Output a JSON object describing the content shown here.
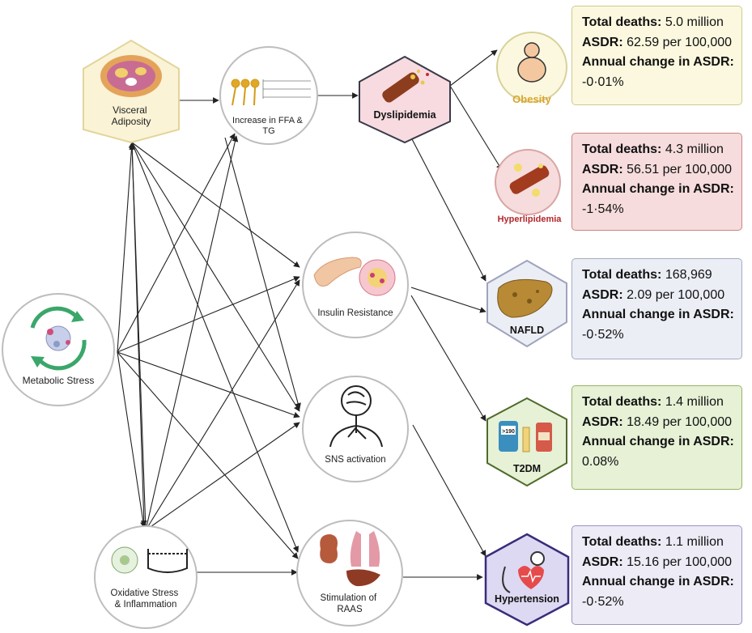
{
  "nodes": {
    "visceral": "Visceral\nAdiposity",
    "ffa": "Increase in FFA &\nTG",
    "dyslipidemia": "Dyslipidemia",
    "metabolic": "Metabolic Stress",
    "insulin": "Insulin Resistance",
    "sns": "SNS activation",
    "oxidative": "Oxidative Stress\n& Inflammation",
    "raas": "Stimulation of\nRAAS",
    "obesity": "Obesity",
    "hyperlipidemia": "Hyperlipidemia",
    "nafld": "NAFLD",
    "t2dm": "T2DM",
    "hypertension": "Hypertension",
    "t2dm_meter": ">190"
  },
  "labels": {
    "deaths": "Total deaths:",
    "asdr": "ASDR:",
    "annual": "Annual change in ASDR:"
  },
  "stats": {
    "obesity": {
      "deaths": "5.0 million",
      "asdr": "62.59 per 100,000",
      "change": "-0·01%"
    },
    "hyperlipidemia": {
      "deaths": "4.3 million",
      "asdr": "56.51 per 100,000",
      "change": "-1·54%"
    },
    "nafld": {
      "deaths": "168,969",
      "asdr": "2.09 per 100,000",
      "change": "-0·52%"
    },
    "t2dm": {
      "deaths": "1.4 million",
      "asdr": "18.49 per 100,000",
      "change": "0.08%"
    },
    "hypertension": {
      "deaths": "1.1 million",
      "asdr": "15.16 per 100,000",
      "change": "-0·52%"
    }
  },
  "colors": {
    "obesity_box": "#fbf8df",
    "obesity_border": "#cfcb8e",
    "obesity_text": "#d9a52c",
    "hyper_box": "#f6dcdc",
    "hyper_border": "#c98585",
    "hyper_text": "#b2272c",
    "nafld_box": "#eceef6",
    "nafld_border": "#a6aac2",
    "nafld_hex": "#eceef6",
    "t2dm_box": "#e6f1d6",
    "t2dm_border": "#98b264",
    "t2dm_hex": "#e6f1d6",
    "hyp_box": "#ecebf6",
    "hyp_border": "#5b4f96",
    "hyp_hex": "#ddd9f2",
    "visceral_hex": "#fbf3d6",
    "dys_hex": "#f7dbe0",
    "dys_border": "#3a3a4a"
  }
}
